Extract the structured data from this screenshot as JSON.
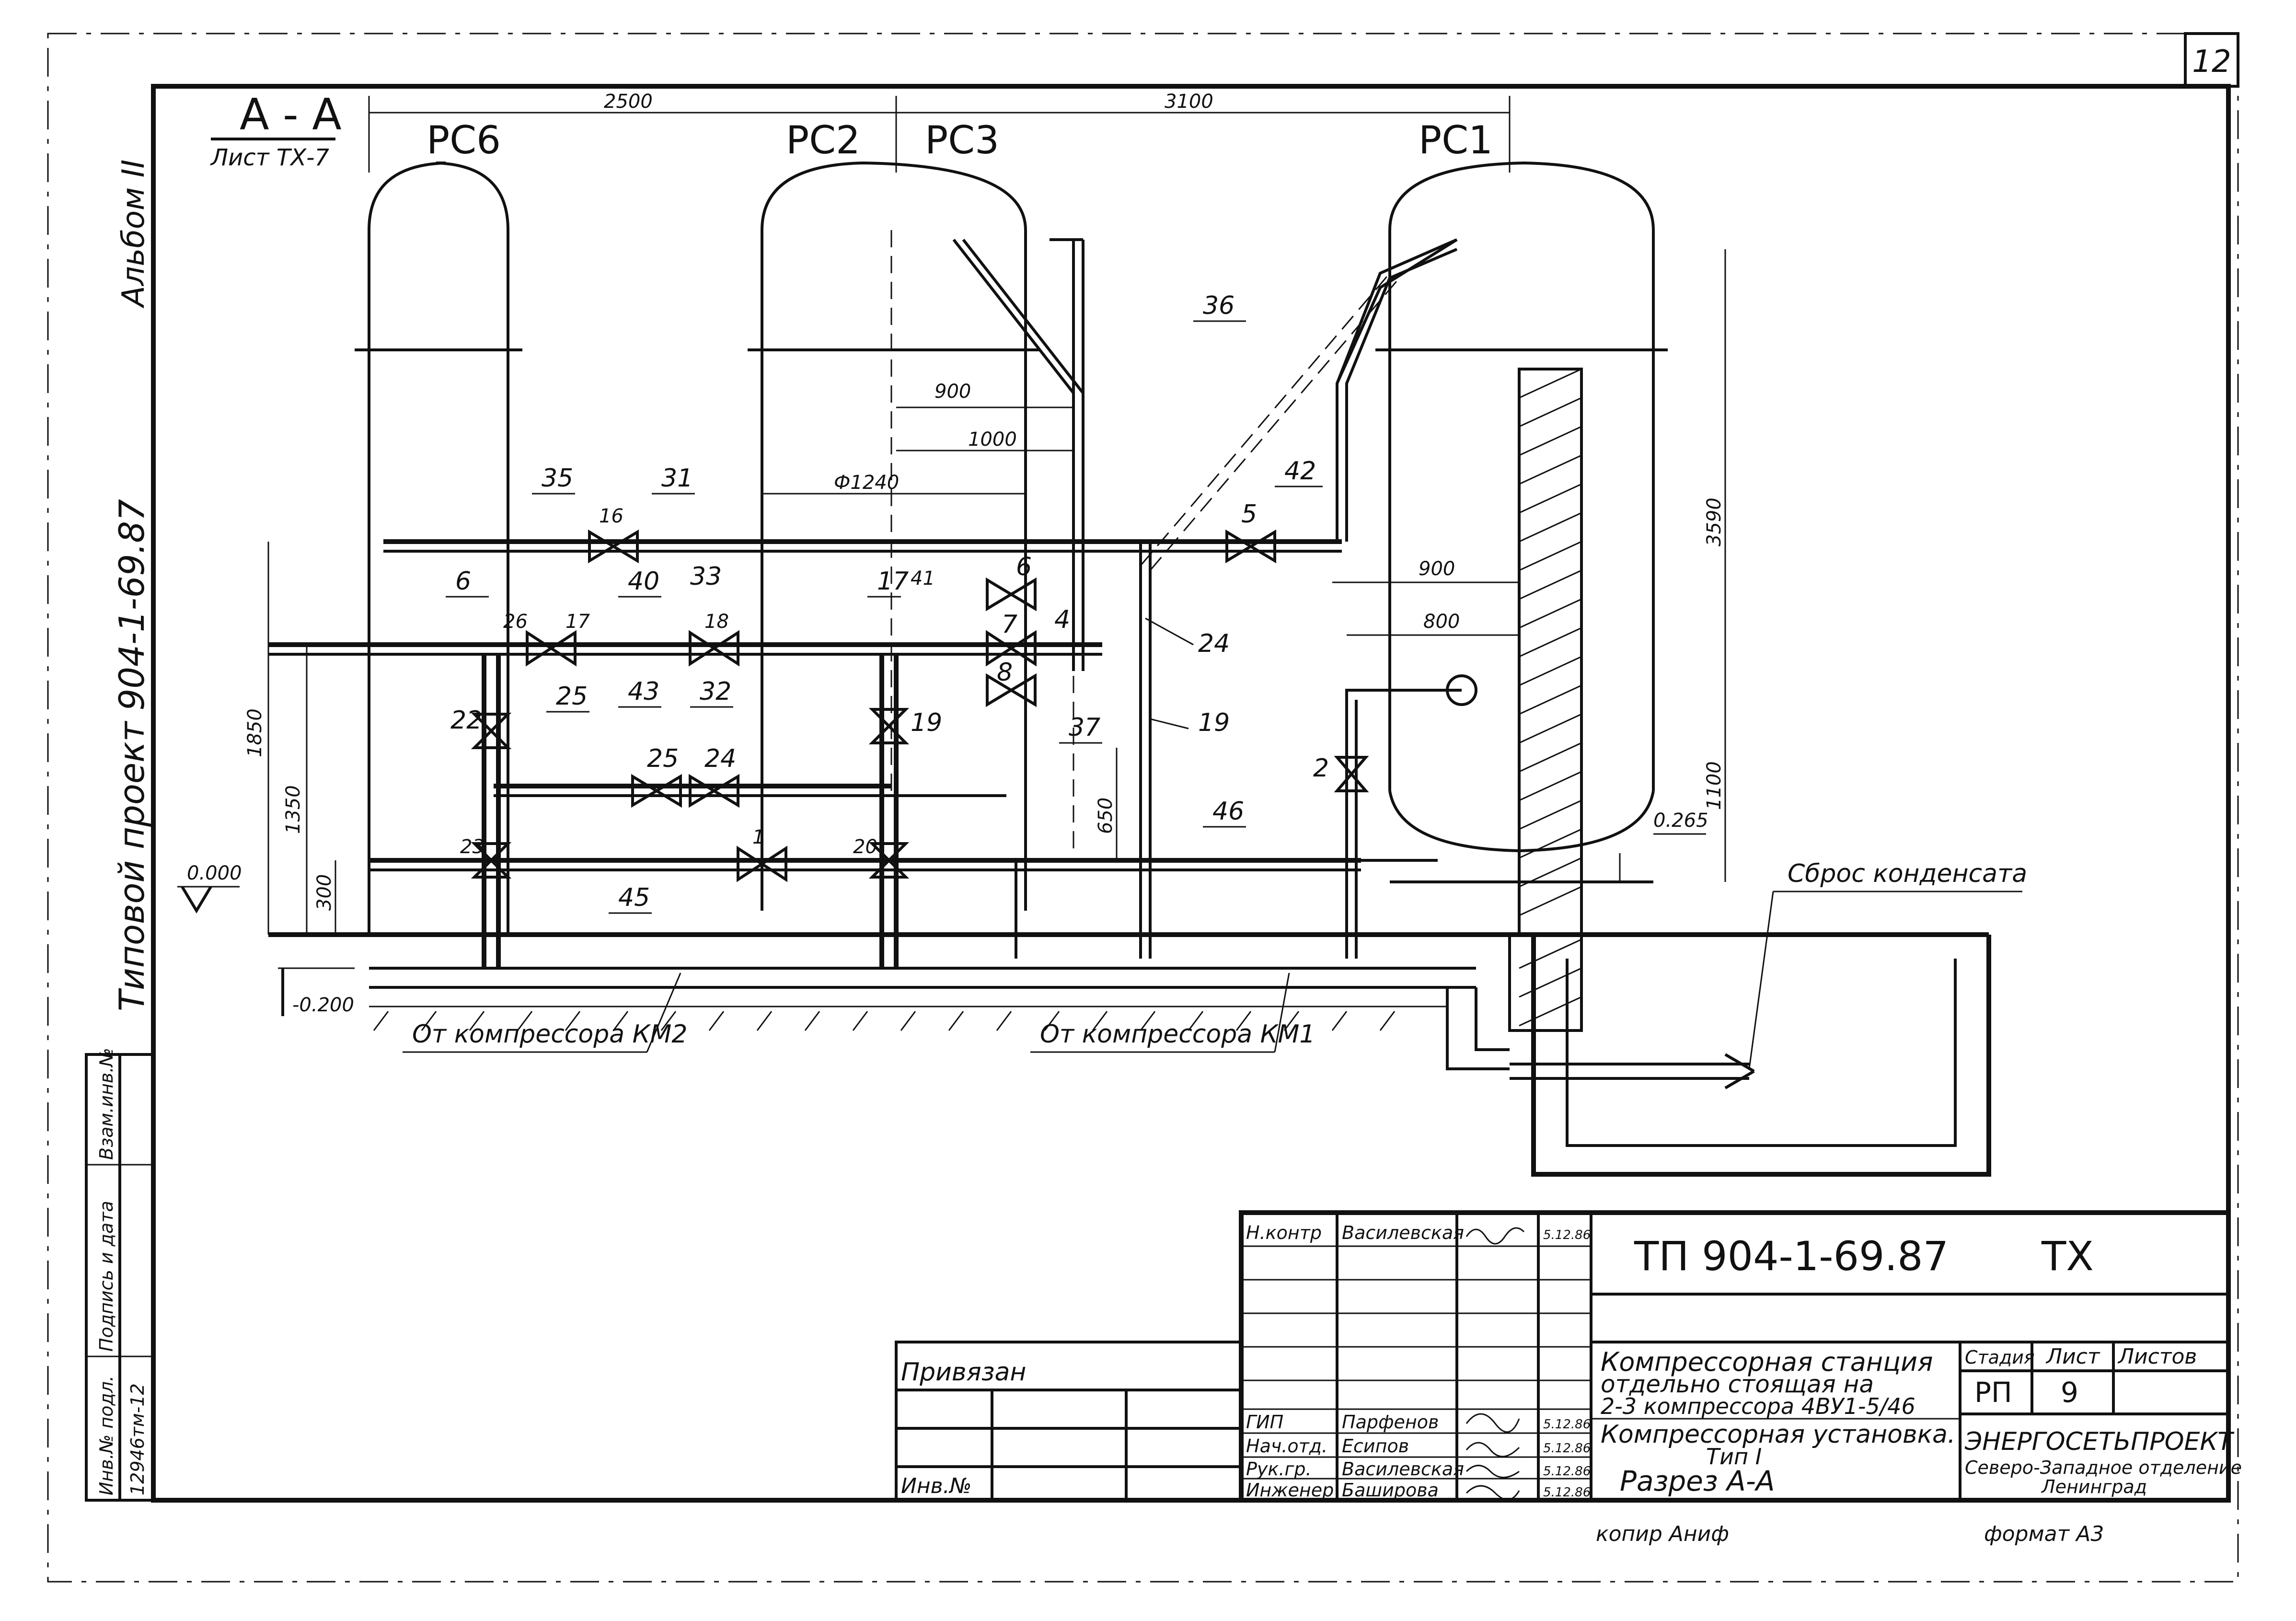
{
  "sheet_number": "12",
  "section": {
    "title": "А - А",
    "reference": "Лист ТХ-7"
  },
  "margin": {
    "album": "Альбом II",
    "project": "Типовой проект 904-1-69.87"
  },
  "vessels": [
    "РС6",
    "РС2",
    "РС3",
    "РС1"
  ],
  "dimensions": {
    "d2500": "2500",
    "d3100": "3100",
    "d900a": "900",
    "d1000": "1000",
    "dphi": "Ф1240",
    "d900b": "900",
    "d800": "800",
    "d3590": "3590",
    "d1850": "1850",
    "d1350": "1350",
    "d300": "300",
    "d650": "650",
    "d1100": "1100",
    "d0265": "0.265",
    "d0000": "0.000",
    "dm0200": "-0.200"
  },
  "callouts": {
    "c36": "36",
    "c35": "35",
    "c31": "31",
    "c16": "16",
    "c42": "42",
    "c5": "5",
    "c6a": "6",
    "c33": "33",
    "c40": "40",
    "c26": "26",
    "c17a": "17",
    "c18": "18",
    "c17b": "17",
    "c41": "41",
    "c6b": "6",
    "c7": "7",
    "c4a": "4",
    "c24a": "24",
    "c8": "8",
    "c37": "37",
    "c19a": "19",
    "c19b": "19",
    "c25a": "25",
    "c43": "43",
    "c32": "32",
    "c22": "22",
    "c25b": "25",
    "c24b": "24",
    "c2": "2",
    "c46": "46",
    "c23": "23",
    "c1": "1",
    "c20": "20",
    "c45": "45"
  },
  "notes": {
    "condensate": "Сброс конденсата",
    "km2": "От компрессора КМ2",
    "km1": "От компрессора КМ1"
  },
  "title_block": {
    "doc_code": "ТП 904-1-69.87",
    "doc_type": "ТХ",
    "title_lines": [
      "Компрессорная станция",
      "отдельно стоящая на",
      "2-3 компрессора 4ВУ1-5/46",
      "Компрессорная установка.",
      "Тип I",
      "Разрез А-А"
    ],
    "stage_header": "Стадия",
    "sheet_header": "Лист",
    "sheets_header": "Листов",
    "stage": "РП",
    "sheet": "9",
    "sheets": "",
    "org_name": "ЭНЕРГОСЕТЬПРОЕКТ",
    "org_branch": "Северо-Западное отделение",
    "org_city": "Ленинград",
    "signatures": [
      {
        "role": "Н.контр",
        "name": "Василевская",
        "date": "5.12.86"
      },
      {
        "role": "ГИП",
        "name": "Парфенов",
        "date": "5.12.86"
      },
      {
        "role": "Нач.отд.",
        "name": "Есипов",
        "date": "5.12.86"
      },
      {
        "role": "Рук.гр.",
        "name": "Василевская",
        "date": "5.12.86"
      },
      {
        "role": "Инженер",
        "name": "Баширова",
        "date": "5.12.86"
      }
    ],
    "privyazan": "Привязан",
    "inv_no": "Инв.№"
  },
  "left_stamp": {
    "inv_podl": "Инв.№ подл.",
    "podpis": "Подпись и дата",
    "vzam": "Взам.инв.№",
    "inv_value": "12946тм-12"
  },
  "footer": {
    "copied": "копир Аниф",
    "format": "формат А3"
  }
}
